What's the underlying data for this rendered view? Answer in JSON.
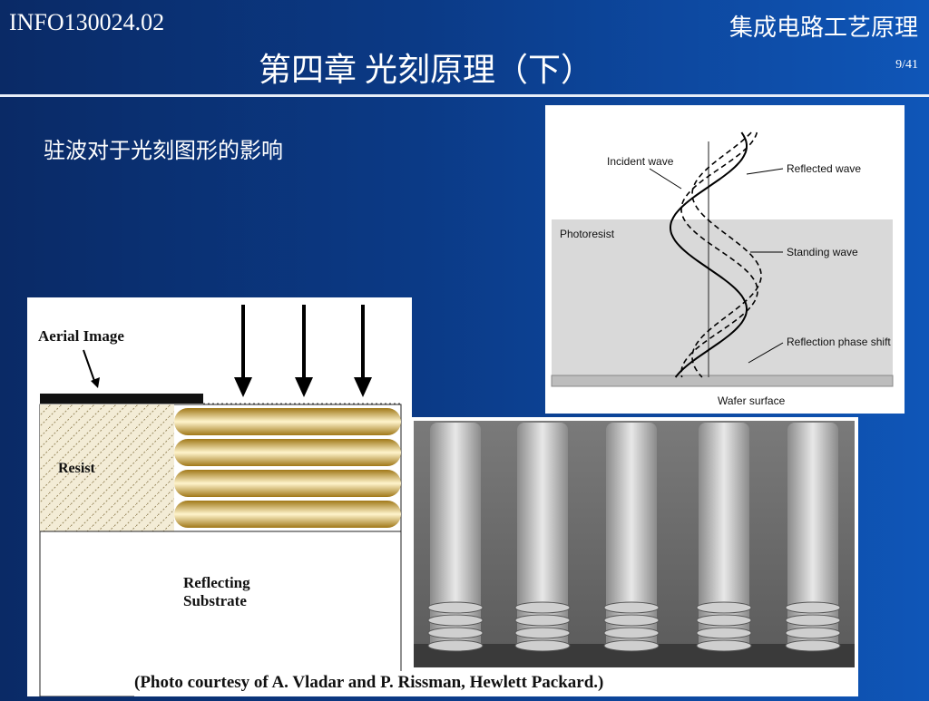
{
  "header": {
    "course_code": "INFO130024.02",
    "course_name": "集成电路工艺原理",
    "chapter_title": "第四章  光刻原理（下）",
    "page": "9/41"
  },
  "subtitle": "驻波对于光刻图形的影响",
  "wave_diagram": {
    "labels": {
      "incident": "Incident wave",
      "reflected": "Reflected wave",
      "photoresist": "Photoresist",
      "standing": "Standing wave",
      "phase_shift": "Reflection phase shift",
      "wafer": "Wafer surface"
    }
  },
  "resist_diagram": {
    "labels": {
      "aerial": "Aerial Image",
      "resist": "Resist",
      "substrate_line1": "Reflecting",
      "substrate_line2": "Substrate"
    }
  },
  "caption": "(Photo courtesy of A. Vladar and P. Rissman, Hewlett Packard.)",
  "colors": {
    "bg_dark": "#0a2a66",
    "bg_light": "#0f56b8",
    "resist_gold": "#c8a028",
    "photoresist_gray": "#d9d9d9"
  }
}
